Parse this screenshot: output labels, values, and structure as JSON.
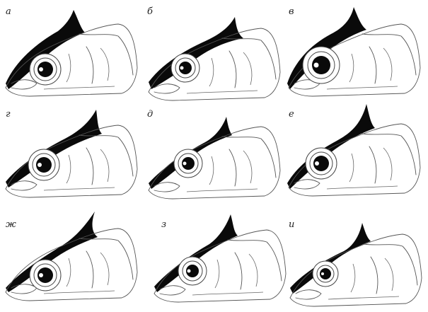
{
  "figure": {
    "panels": [
      {
        "label": "а"
      },
      {
        "label": "б"
      },
      {
        "label": "в"
      },
      {
        "label": "г"
      },
      {
        "label": "д"
      },
      {
        "label": "е"
      },
      {
        "label": "ж"
      },
      {
        "label": "з"
      },
      {
        "label": "и"
      }
    ]
  },
  "colors": {
    "crest": "#0a0a0a",
    "outline": "#555555",
    "background": "#ffffff"
  }
}
